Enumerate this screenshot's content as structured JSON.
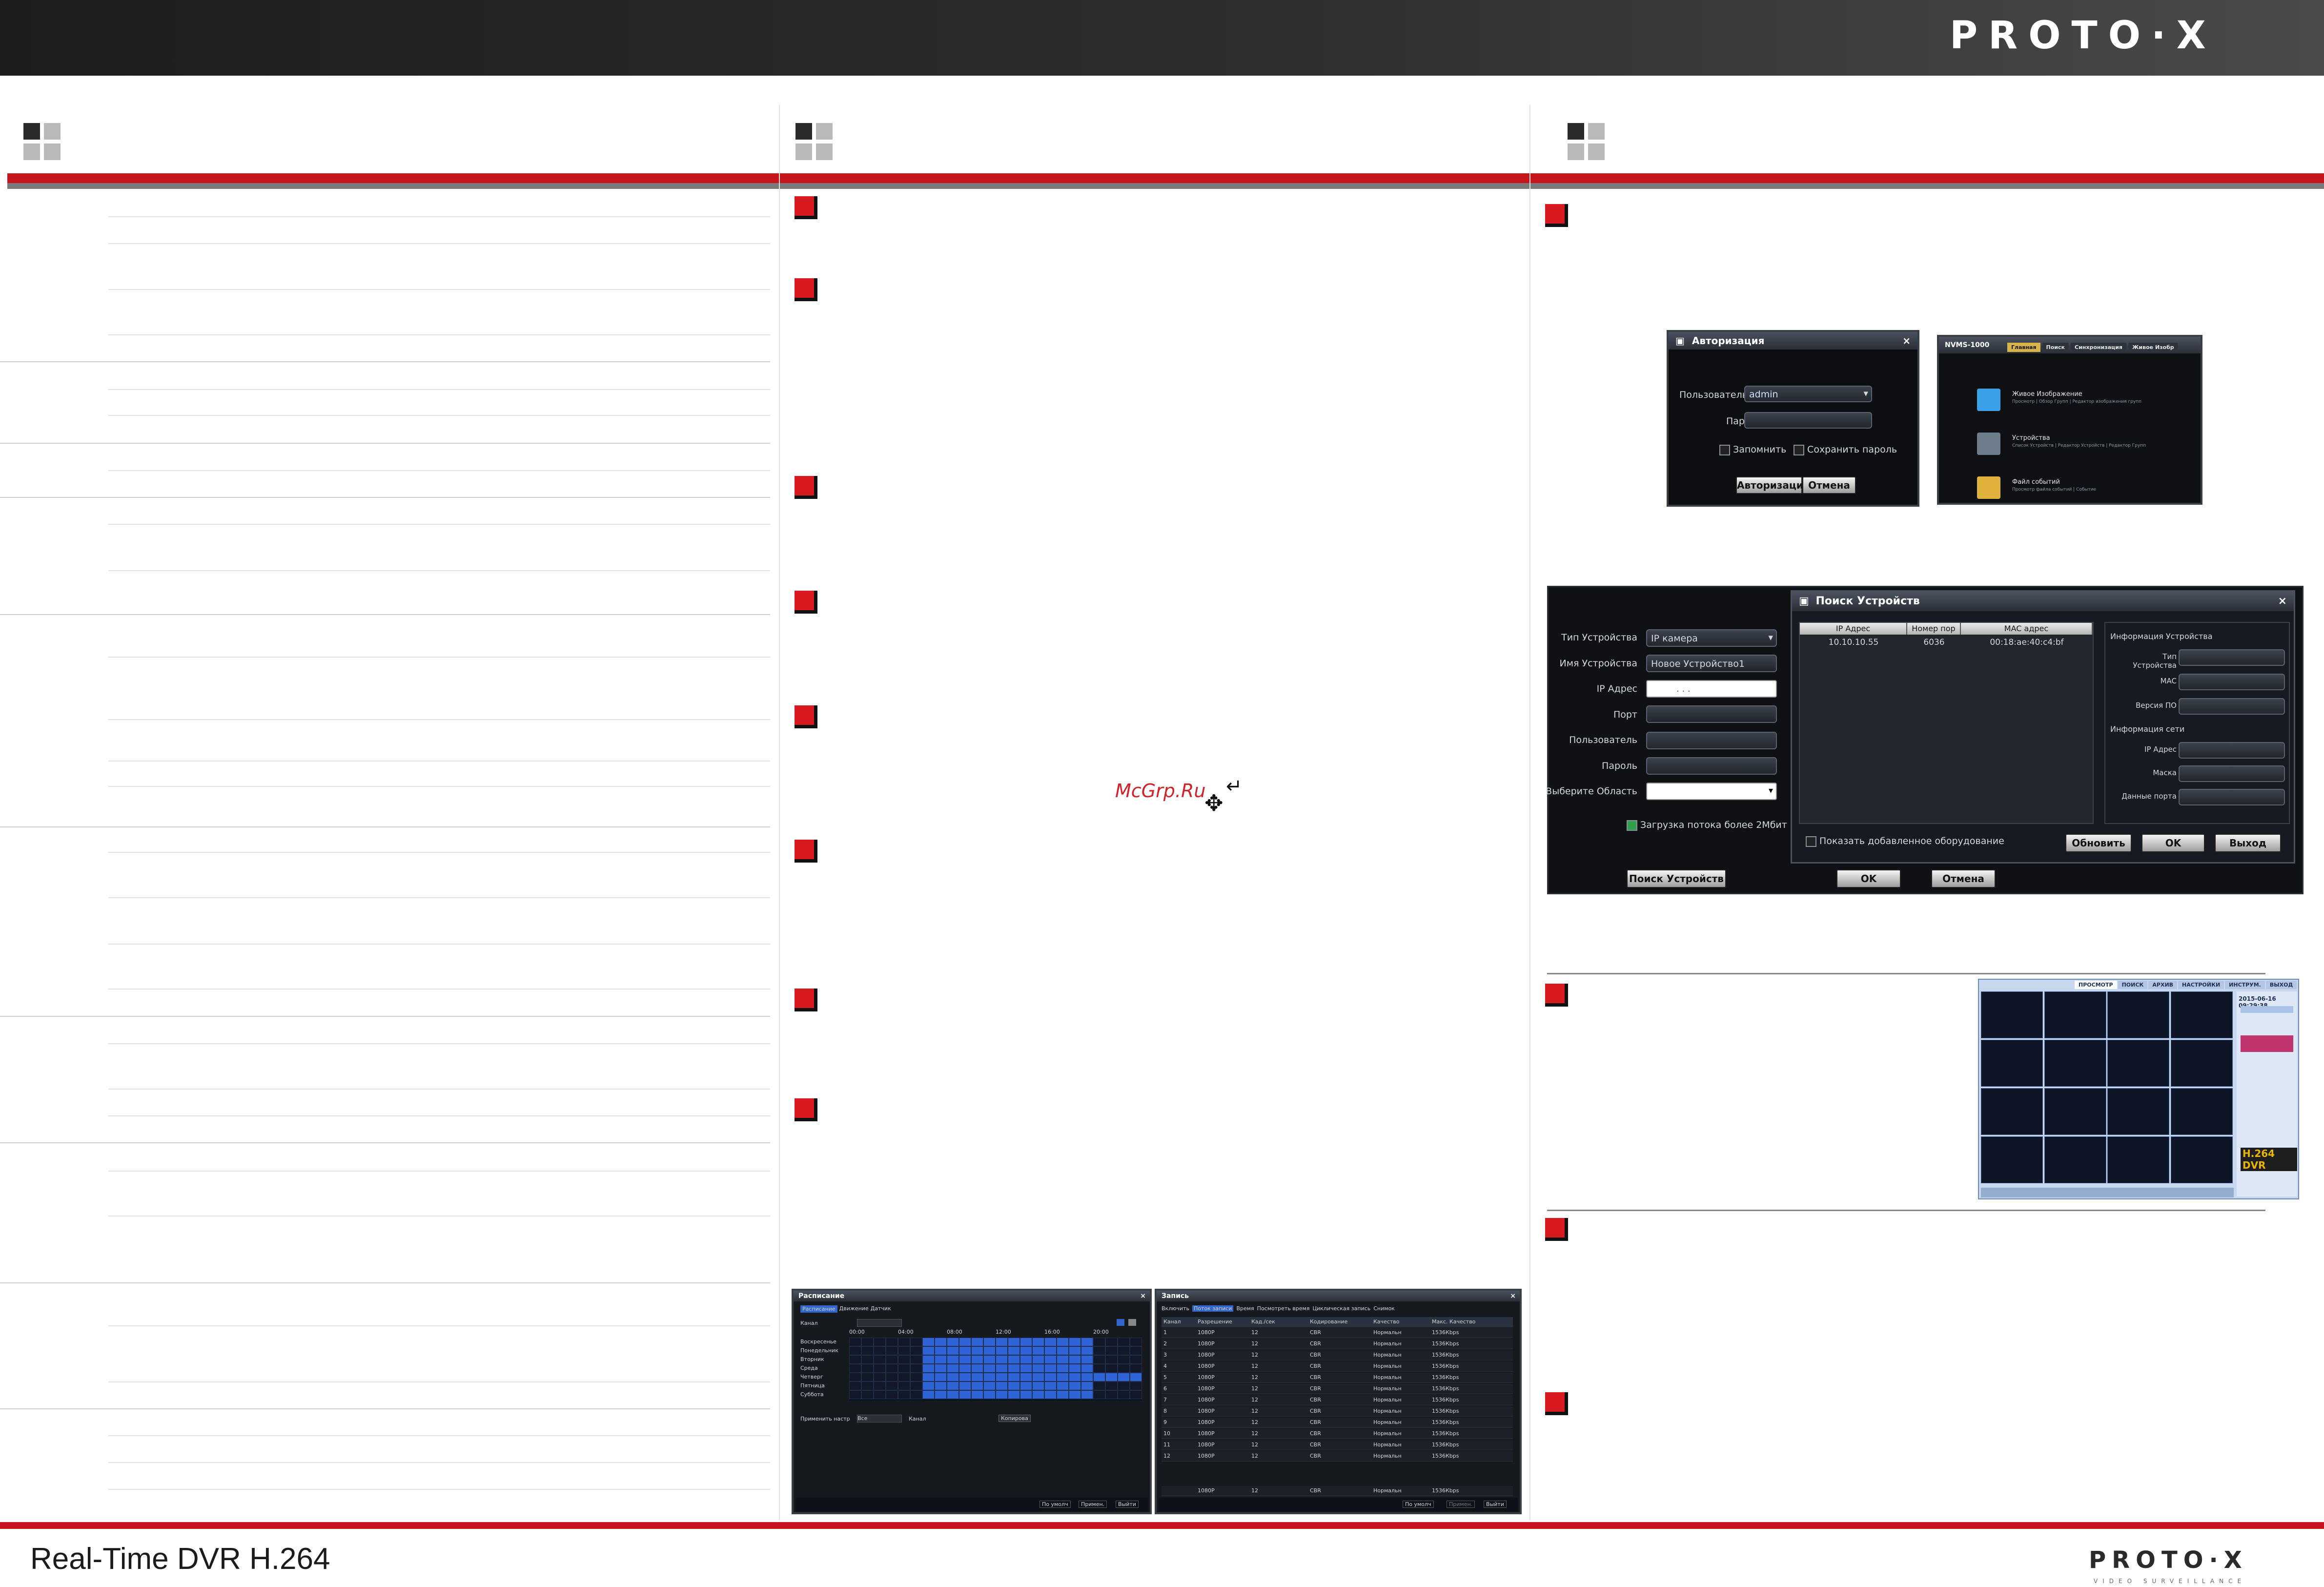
{
  "header": {
    "brand": "PROTO·X"
  },
  "watermark": "McGrp.Ru",
  "footer": {
    "title": "Real-Time DVR H.264",
    "brand": "PROTO·X",
    "tagline": "VIDEO SURVEILLANCE"
  },
  "login_dialog": {
    "title": "Авторизация",
    "user_label": "Пользователь",
    "user_value": "admin",
    "password_label": "Пароль",
    "remember_label": "Запомнить",
    "save_password_label": "Сохранить пароль",
    "login_button": "Авторизация",
    "cancel_button": "Отмена"
  },
  "nvms_window": {
    "title": "NVMS-1000",
    "tabs": [
      "Главная",
      "Поиск",
      "Синхронизация",
      "Живое Изобр"
    ],
    "items": [
      {
        "title": "Живое Изображение",
        "sub": "Просмотр | Обзор Групп | Редактор изображения групп"
      },
      {
        "title": "Устройства",
        "sub": "Список Устройств | Редактор Устройств | Редактор Групп"
      },
      {
        "title": "Файл событий",
        "sub": "Просмотр файла событий | Событие"
      }
    ]
  },
  "add_device": {
    "labels": [
      "Тип Устройства",
      "Имя Устройства",
      "IP Адрес",
      "Порт",
      "Пользователь",
      "Пароль",
      "Выберите Область"
    ],
    "type_value": "IP камера",
    "name_value": "Новое Устройство1",
    "ip_placeholder": ".   .   .",
    "stream_checkbox": "Загрузка потока более 2Мбит",
    "search_button": "Поиск Устройств",
    "ok_button": "OK",
    "cancel_button": "Отмена"
  },
  "device_search": {
    "title": "Поиск Устройств",
    "columns": [
      "IP Адрес",
      "Номер пор",
      "MAC адрес"
    ],
    "rows": [
      [
        "10.10.10.55",
        "6036",
        "00:18:ae:40:c4:bf"
      ]
    ],
    "info_device_title": "Информация Устройства",
    "info_device_fields": [
      "Тип Устройства",
      "MAC",
      "Версия ПО"
    ],
    "info_net_title": "Информация сети",
    "info_net_fields": [
      "IP Адрес",
      "Маска",
      "Данные порта"
    ],
    "show_added_label": "Показать добавленное оборудование",
    "refresh_button": "Обновить",
    "ok_button": "OK",
    "exit_button": "Выход"
  },
  "dvr_live": {
    "tabs": [
      "ПРОСМОТР",
      "ПОИСК",
      "АРХИВ",
      "НАСТРОЙКИ",
      "ИНСТРУМ.",
      "ВЫХОД"
    ],
    "datetime": "2015-06-16 09:29:38",
    "logo": "H.264 DVR"
  },
  "schedule_window": {
    "title": "Расписание",
    "tabs": [
      "Расписание",
      "Движение",
      "Датчик"
    ],
    "channel_label": "Канал",
    "hours": [
      "00:00",
      "04:00",
      "08:00",
      "12:00",
      "16:00",
      "20:00"
    ],
    "days": [
      "Воскресенье",
      "Понедельник",
      "Вторник",
      "Среда",
      "Четверг",
      "Пятница",
      "Суббота"
    ],
    "apply_label": "Применить настр",
    "apply_value": "Все",
    "channel2_label": "Канал",
    "copy_button": "Копирова",
    "buttons": [
      "По умолч",
      "Примен.",
      "Выйти"
    ]
  },
  "record_window": {
    "title": "Запись",
    "tabs": [
      "Включить",
      "Поток записи",
      "Время",
      "Посмотреть время",
      "Циклическая запись",
      "Снимок"
    ],
    "columns": [
      "Канал",
      "Разрешение",
      "Кад./сек",
      "Кодирование",
      "Качество",
      "Макс. Качество"
    ],
    "rows": [
      [
        "1",
        "1080P",
        "12",
        "CBR",
        "Нормальн",
        "1536Кbps"
      ],
      [
        "2",
        "1080P",
        "12",
        "CBR",
        "Нормальн",
        "1536Кbps"
      ],
      [
        "3",
        "1080P",
        "12",
        "CBR",
        "Нормальн",
        "1536Кbps"
      ],
      [
        "4",
        "1080P",
        "12",
        "CBR",
        "Нормальн",
        "1536Кbps"
      ],
      [
        "5",
        "1080P",
        "12",
        "CBR",
        "Нормальн",
        "1536Кbps"
      ],
      [
        "6",
        "1080P",
        "12",
        "CBR",
        "Нормальн",
        "1536Кbps"
      ],
      [
        "7",
        "1080P",
        "12",
        "CBR",
        "Нормальн",
        "1536Кbps"
      ],
      [
        "8",
        "1080P",
        "12",
        "CBR",
        "Нормальн",
        "1536Кbps"
      ],
      [
        "9",
        "1080P",
        "12",
        "CBR",
        "Нормальн",
        "1536Кbps"
      ],
      [
        "10",
        "1080P",
        "12",
        "CBR",
        "Нормальн",
        "1536Кbps"
      ],
      [
        "11",
        "1080P",
        "12",
        "CBR",
        "Нормальн",
        "1536Кbps"
      ],
      [
        "12",
        "1080P",
        "12",
        "CBR",
        "Нормальн",
        "1536Кbps"
      ]
    ],
    "all_row": [
      "",
      "1080P",
      "12",
      "CBR",
      "Нормальн",
      "1536Кbps"
    ],
    "buttons": [
      "По умолч",
      "Примен.",
      "Выйти"
    ]
  },
  "colors": {
    "accent_red": "#c4161c",
    "schedule_blue": "#2f63d8"
  }
}
